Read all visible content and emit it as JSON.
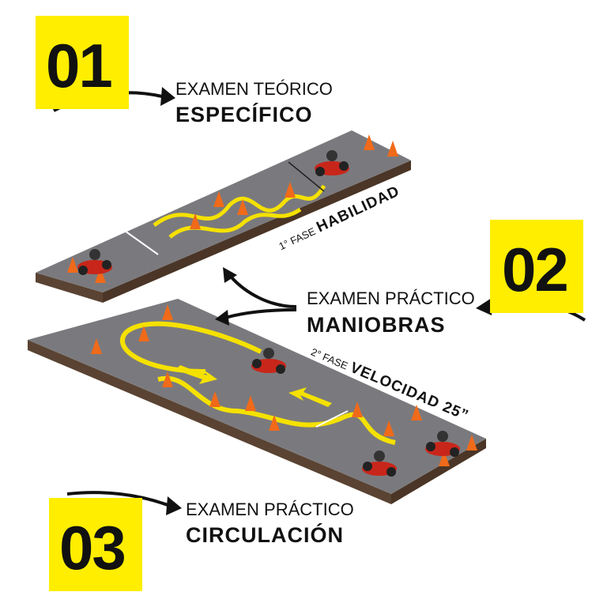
{
  "steps": [
    {
      "number": "01",
      "line1": "EXAMEN TEÓRICO",
      "line2": "ESPECÍFICO"
    },
    {
      "number": "02",
      "line1": "EXAMEN PRÁCTICO",
      "line2": "MANIOBRAS"
    },
    {
      "number": "03",
      "line1": "EXAMEN PRÁCTICO",
      "line2": "CIRCULACIÓN"
    }
  ],
  "phases": [
    {
      "prefix": "1° FASE",
      "name": "HABILIDAD"
    },
    {
      "prefix": "2° FASE",
      "name": "VELOCIDAD 25”"
    }
  ],
  "colors": {
    "accent": "#ffee00",
    "track": "#7a7a7e",
    "edge": "#5a4332",
    "cone": "#f06a1a",
    "line": "#f5e100"
  }
}
